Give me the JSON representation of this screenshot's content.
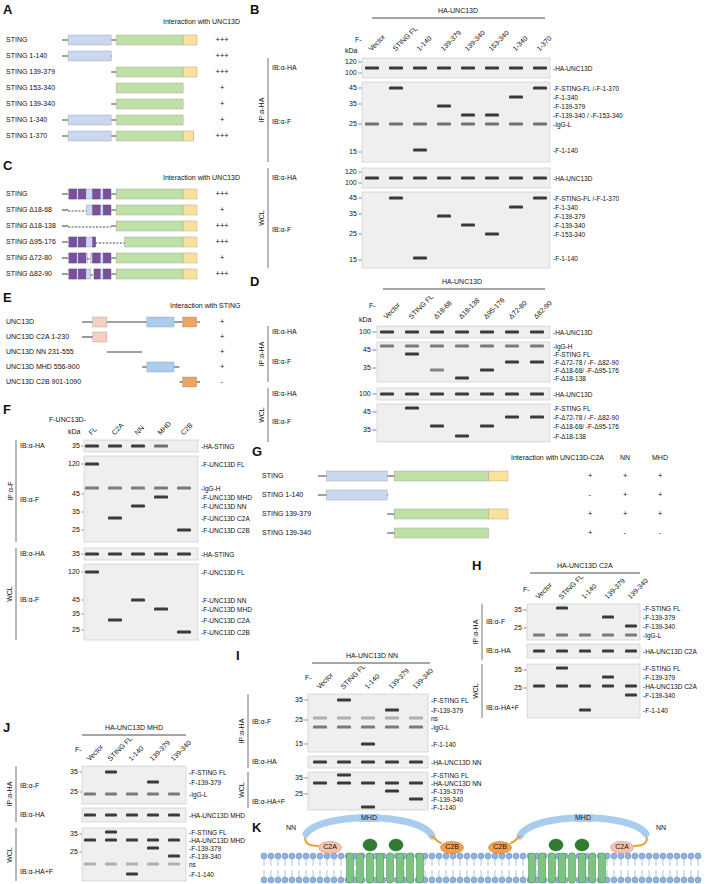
{
  "diagram": {
    "nodes": [
      {
        "text": [
          "C2A"
        ]
      },
      {
        "text": [
          "C2B"
        ]
      },
      {
        "text": [
          "C2B"
        ]
      },
      {
        "text": [
          "C2A"
        ]
      }
    ],
    "labels": [
      "A",
      "Interaction with UNC13D",
      "STING",
      "+++",
      "STING 1-140",
      "+++",
      "STING 139-379",
      "+++",
      "STING 153-340",
      "+",
      "STING 139-340",
      "+",
      "STING 1-340",
      "+",
      "STING 1-370",
      "+++",
      "B",
      "HA-UNC13D",
      "F-",
      "kDa",
      "Vector",
      "STING FL",
      "1-140",
      "139-379",
      "139-340",
      "153-340",
      "1-340",
      "1-370",
      "IP:α-HA",
      "IB:α-HA",
      "120",
      "100",
      "-HA-UNC13D",
      "IB:α-F",
      "45",
      "35",
      "25",
      "15",
      "-F-STING-FL /-F-1-370",
      "-F-1-340",
      "-F-139-379",
      "-F-139-340 / -F-153-340",
      "-IgG-L",
      "-F-1-140",
      "WCL",
      "IB:α-HA",
      "120",
      "100",
      "-HA-UNC13D",
      "IB:α-F",
      "45",
      "35",
      "25",
      "15",
      "-F-STING-FL /-F-1-370",
      "-F-1-340",
      "-F-139-379",
      "-F-139-340",
      "-F-153-340",
      "-F-1-140",
      "C",
      "Interaction with UNC13D",
      "STING",
      "+++",
      "STING Δ18-68",
      "+",
      "STING Δ18-138",
      "+++",
      "STING Δ95-176",
      "+++",
      "STING Δ72-80",
      "+",
      "STING Δ82-90",
      "+++",
      "D",
      "HA-UNC13D",
      "F-",
      "kDa",
      "Vector",
      "STING FL",
      "Δ18-68",
      "Δ18-138",
      "Δ95-176",
      "Δ72-80",
      "Δ82-90",
      "IP:α-HA",
      "IB:α-HA",
      "100",
      "-HA-UNC13D",
      "IB:α-F",
      "45",
      "35",
      "-IgG-H",
      "-F-STING FL",
      "-F-Δ72-78 / -F- Δ82-90",
      "-F-Δ18-68/ -F-Δ95-176",
      "-F-Δ18-138",
      "WCL",
      "IB:α-HA",
      "100",
      "-HA-UNC13D",
      "IB:α-F",
      "45",
      "35",
      "-F-STING FL",
      "-F-Δ72-78 / -F- Δ82-90",
      "-F-Δ18-68/ -F-Δ95-176",
      "-F-Δ18-138",
      "E",
      "Interaction with STING",
      "UNC13D",
      "+",
      "UNC13D C2A 1-230",
      "+",
      "UNC13D NN 231-555",
      "+",
      "UNC13D MHD 556-900",
      "+",
      "UNC13D C2B 901-1090",
      "-",
      "F",
      "F-UNC13D-",
      "kDa",
      "FL",
      "C2A",
      "NN",
      "MHD",
      "C2B",
      "IP:α-F",
      "IB:α-HA",
      "35",
      "-HA-STING",
      "IB:α-F",
      "120",
      "45",
      "35",
      "25",
      "-F-UNC13D FL",
      "-IgG-H",
      "-F-UNC13D MHD",
      "-F-UNC13D NN",
      "-F-UNC13D C2A",
      "-F-UNC13D C2B",
      "WCL",
      "IB:α-HA",
      "35",
      "-HA-STING",
      "IB:α-F",
      "120",
      "45",
      "35",
      "25",
      "-F-UNC13D FL",
      "-F-UNC13D NN",
      "-F-UNC13D MHD",
      "-F-UNC13D C2A",
      "-F-UNC13D C2B",
      "G",
      "Interaction with UNC13D-C2A",
      "NN",
      "MHD",
      "STING",
      "+",
      "+",
      "+",
      "STING 1-140",
      "-",
      "+",
      "+",
      "STING 139-379",
      "+",
      "+",
      "+",
      "STING 139-340",
      "+",
      "-",
      "-",
      "H",
      "HA-UNC13D C2A",
      "F-",
      "Vector",
      "STING FL",
      "1-140",
      "139-379",
      "139-340",
      "IP:α-HA",
      "IB:α-F",
      "35",
      "25",
      "-F-STING FL",
      "-F-139-379",
      "-F-139-340",
      "-IgG-L",
      "IB:α-HA",
      "-HA-UNC13D C2A",
      "WCL",
      "IB:α-HA+F",
      "35",
      "25",
      "-F-STING FL",
      "-F-139-379",
      "-HA-UNC13D C2A",
      "-F-139-340",
      "-F-1-140",
      "I",
      "HA-UNC13D NN",
      "F-",
      "Vector",
      "STING FL",
      "1-140",
      "139-379",
      "139-340",
      "IP:α-HA",
      "IB:α-F",
      "35",
      "25",
      "15",
      "-F-STING FL",
      "-F-139-379",
      "ns",
      "-IgG-L",
      "-F-1-140",
      "IB:α-HA",
      "-HA-UNC13D NN",
      "WCL",
      "IB:α-HA+F",
      "35",
      "25",
      "-F-STING FL",
      "-HA-UNC13D NN",
      "-F-139-379",
      "-F-139-340",
      "-F-1-140",
      "J",
      "HA-UNC13D MHD",
      "F-",
      "Vector",
      "STING FL",
      "1-140",
      "139-379",
      "139-340",
      "IP:α-HA",
      "IB:α-F",
      "35",
      "25",
      "-F-STING FL",
      "-F-139-379",
      "-IgG-L",
      "IB:α-HA",
      "-HA-UNC13D MHD",
      "WCL",
      "IB:α-HA+F",
      "35",
      "25",
      "-F-STING FL",
      "-HA-UNC13D MHD",
      "-F-139-379",
      "-F-139-340",
      "ns",
      "-F-1-140",
      "K",
      "NN",
      "MHD",
      "MHD",
      "NN"
    ]
  }
}
